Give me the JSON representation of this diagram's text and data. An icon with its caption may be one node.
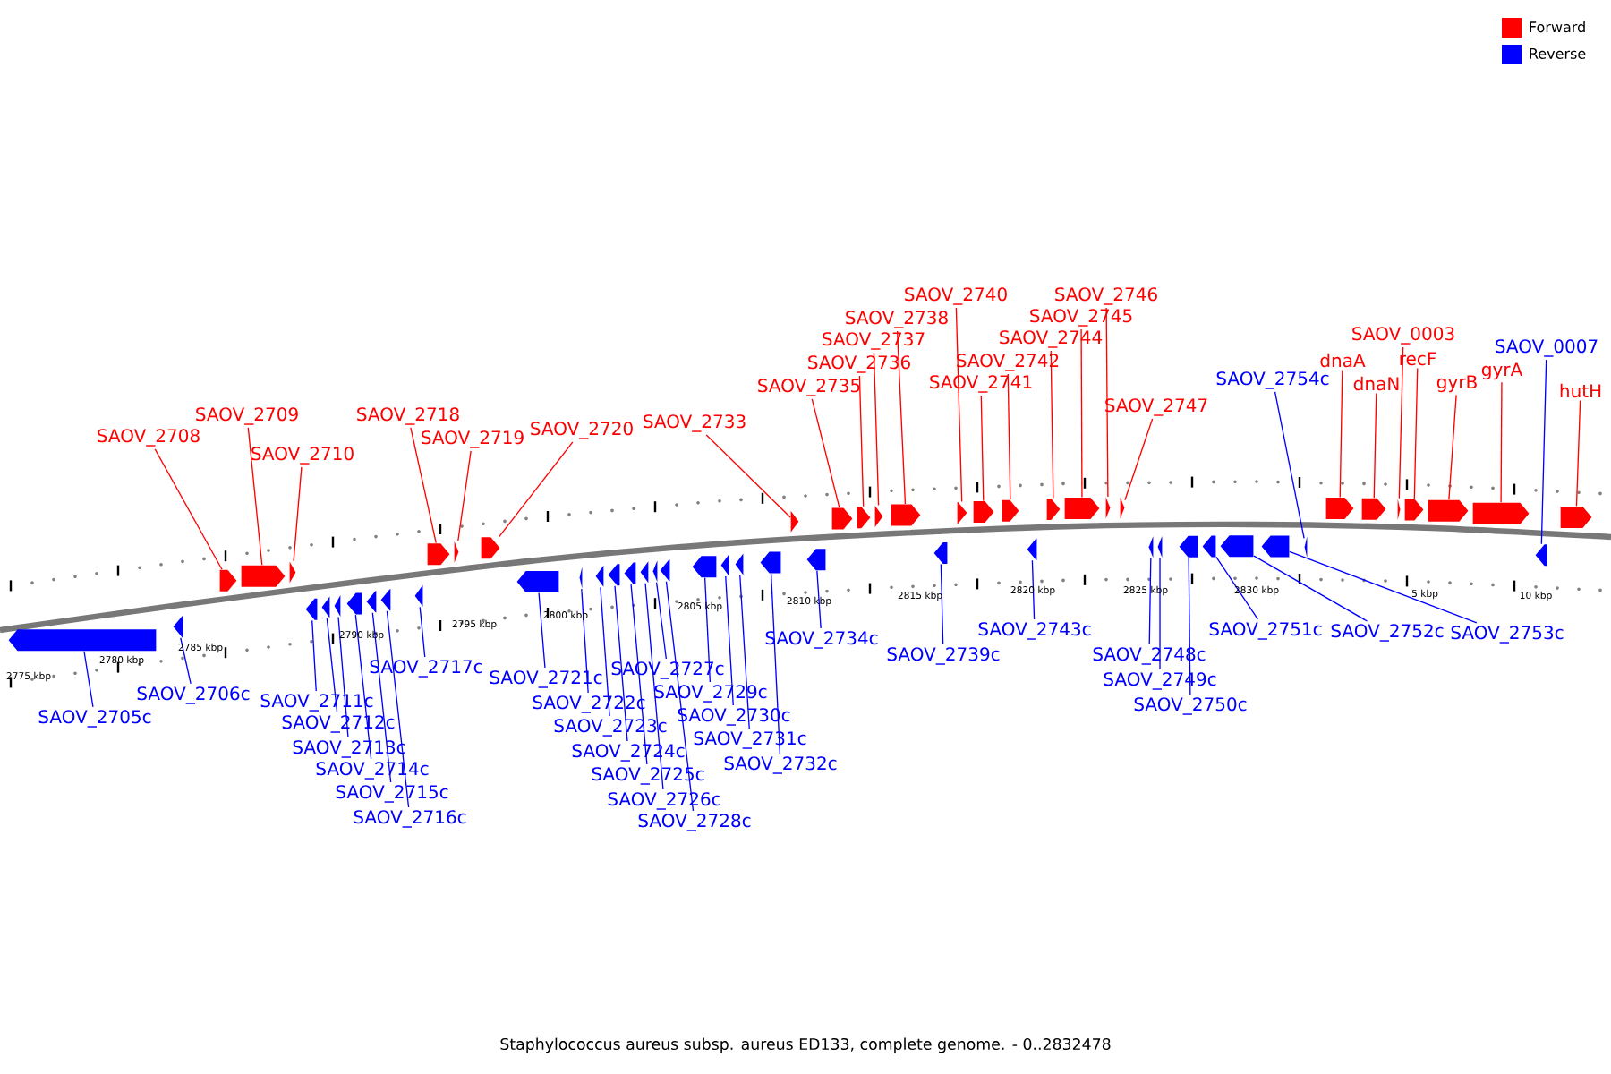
{
  "diagram": {
    "caption": "Staphylococcus aureus subsp. aureus ED133, complete genome. - 0..2832478",
    "nodes": [
      {
        "text": [
          "SAOV_2705c"
        ]
      },
      {
        "text": [],
        "shape": "arrow"
      },
      {
        "text": [
          "SAOV_2706c"
        ]
      },
      {
        "text": [],
        "shape": "arrow"
      },
      {
        "text": [
          "SAOV_2708"
        ]
      },
      {
        "text": [],
        "shape": "arrow"
      },
      {
        "text": [
          "SAOV_2709"
        ]
      },
      {
        "text": [],
        "shape": "arrow"
      },
      {
        "text": [
          "SAOV_2710"
        ]
      },
      {
        "text": [],
        "shape": "arrow"
      },
      {
        "text": [
          "SAOV_2711c"
        ]
      },
      {
        "text": [],
        "shape": "arrow"
      },
      {
        "text": [
          "SAOV_2712c"
        ]
      },
      {
        "text": [],
        "shape": "arrow"
      },
      {
        "text": [
          "SAOV_2713c"
        ]
      },
      {
        "text": [],
        "shape": "arrow"
      },
      {
        "text": [
          "SAOV_2714c"
        ]
      },
      {
        "text": [],
        "shape": "arrow"
      },
      {
        "text": [
          "SAOV_2715c"
        ]
      },
      {
        "text": [],
        "shape": "arrow"
      },
      {
        "text": [
          "SAOV_2716c"
        ]
      },
      {
        "text": [],
        "shape": "arrow"
      },
      {
        "text": [
          "SAOV_2717c"
        ]
      },
      {
        "text": [],
        "shape": "arrow"
      },
      {
        "text": [
          "SAOV_2718"
        ]
      },
      {
        "text": [],
        "shape": "arrow"
      },
      {
        "text": [
          "SAOV_2719"
        ]
      },
      {
        "text": [],
        "shape": "arrow"
      },
      {
        "text": [
          "SAOV_2720"
        ]
      },
      {
        "text": [],
        "shape": "arrow"
      },
      {
        "text": [
          "SAOV_2721c"
        ]
      },
      {
        "text": [],
        "shape": "arrow"
      },
      {
        "text": [
          "SAOV_2722c"
        ]
      },
      {
        "text": [],
        "shape": "arrow"
      },
      {
        "text": [
          "SAOV_2723c"
        ]
      },
      {
        "text": [],
        "shape": "arrow"
      },
      {
        "text": [
          "SAOV_2724c"
        ]
      },
      {
        "text": [],
        "shape": "arrow"
      },
      {
        "text": [
          "SAOV_2725c"
        ]
      },
      {
        "text": [],
        "shape": "arrow"
      },
      {
        "text": [
          "SAOV_2726c"
        ]
      },
      {
        "text": [],
        "shape": "arrow"
      },
      {
        "text": [
          "SAOV_2727c"
        ]
      },
      {
        "text": [],
        "shape": "arrow"
      },
      {
        "text": [
          "SAOV_2728c"
        ]
      },
      {
        "text": [],
        "shape": "arrow"
      },
      {
        "text": [
          "SAOV_2729c"
        ]
      },
      {
        "text": [],
        "shape": "arrow"
      },
      {
        "text": [
          "SAOV_2730c"
        ]
      },
      {
        "text": [],
        "shape": "arrow"
      },
      {
        "text": [
          "SAOV_2731c"
        ]
      },
      {
        "text": [],
        "shape": "arrow"
      },
      {
        "text": [
          "SAOV_2732c"
        ]
      },
      {
        "text": [],
        "shape": "arrow"
      },
      {
        "text": [
          "SAOV_2733"
        ]
      },
      {
        "text": [],
        "shape": "arrow"
      },
      {
        "text": [
          "SAOV_2734c"
        ]
      },
      {
        "text": [],
        "shape": "arrow"
      },
      {
        "text": [
          "SAOV_2735"
        ]
      },
      {
        "text": [],
        "shape": "arrow"
      },
      {
        "text": [
          "SAOV_2736"
        ]
      },
      {
        "text": [],
        "shape": "arrow"
      },
      {
        "text": [
          "SAOV_2737"
        ]
      },
      {
        "text": [],
        "shape": "arrow"
      },
      {
        "text": [
          "SAOV_2738"
        ]
      },
      {
        "text": [],
        "shape": "arrow"
      },
      {
        "text": [
          "SAOV_2739c"
        ]
      },
      {
        "text": [],
        "shape": "arrow"
      },
      {
        "text": [
          "SAOV_2740"
        ]
      },
      {
        "text": [],
        "shape": "arrow"
      },
      {
        "text": [
          "SAOV_2741"
        ]
      },
      {
        "text": [],
        "shape": "arrow"
      },
      {
        "text": [
          "SAOV_2742"
        ]
      },
      {
        "text": [],
        "shape": "arrow"
      },
      {
        "text": [
          "SAOV_2743c"
        ]
      },
      {
        "text": [],
        "shape": "arrow"
      },
      {
        "text": [
          "SAOV_2744"
        ]
      },
      {
        "text": [],
        "shape": "arrow"
      },
      {
        "text": [
          "SAOV_2745"
        ]
      },
      {
        "text": [],
        "shape": "arrow"
      },
      {
        "text": [
          "SAOV_2746"
        ]
      },
      {
        "text": [],
        "shape": "arrow"
      },
      {
        "text": [
          "SAOV_2747"
        ]
      },
      {
        "text": [],
        "shape": "arrow"
      },
      {
        "text": [
          "SAOV_2748c"
        ]
      },
      {
        "text": [],
        "shape": "arrow"
      },
      {
        "text": [
          "SAOV_2749c"
        ]
      },
      {
        "text": [],
        "shape": "arrow"
      },
      {
        "text": [
          "SAOV_2750c"
        ]
      },
      {
        "text": [],
        "shape": "arrow"
      },
      {
        "text": [
          "SAOV_2751c"
        ]
      },
      {
        "text": [],
        "shape": "arrow"
      },
      {
        "text": [
          "SAOV_2752c"
        ]
      },
      {
        "text": [],
        "shape": "arrow"
      },
      {
        "text": [
          "SAOV_2753c"
        ]
      },
      {
        "text": [],
        "shape": "arrow"
      },
      {
        "text": [
          "SAOV_2754c"
        ]
      },
      {
        "text": [],
        "shape": "arrow"
      },
      {
        "text": [
          "dnaA"
        ]
      },
      {
        "text": [],
        "shape": "arrow"
      },
      {
        "text": [
          "dnaN"
        ]
      },
      {
        "text": [],
        "shape": "arrow"
      },
      {
        "text": [
          "SAOV_0003"
        ]
      },
      {
        "text": [],
        "shape": "arrow"
      },
      {
        "text": [
          "recF"
        ]
      },
      {
        "text": [],
        "shape": "arrow"
      },
      {
        "text": [
          "gyrB"
        ]
      },
      {
        "text": [],
        "shape": "arrow"
      },
      {
        "text": [
          "gyrA"
        ]
      },
      {
        "text": [],
        "shape": "arrow"
      },
      {
        "text": [
          "SAOV_0007"
        ]
      },
      {
        "text": [],
        "shape": "arrow"
      },
      {
        "text": [
          "hutH"
        ]
      },
      {
        "text": [],
        "shape": "arrow"
      }
    ],
    "edges": [
      {
        "from": 0,
        "to": 1,
        "arrow": "none"
      },
      {
        "from": 2,
        "to": 3,
        "arrow": "none"
      },
      {
        "from": 4,
        "to": 5,
        "arrow": "none",
        "color": "#ff0000"
      },
      {
        "from": 6,
        "to": 7,
        "arrow": "none",
        "color": "#ff0000"
      },
      {
        "from": 8,
        "to": 9,
        "arrow": "none",
        "color": "#ff0000"
      },
      {
        "from": 10,
        "to": 11,
        "arrow": "none"
      },
      {
        "from": 12,
        "to": 13,
        "arrow": "none"
      },
      {
        "from": 14,
        "to": 15,
        "arrow": "none"
      },
      {
        "from": 16,
        "to": 17,
        "arrow": "none"
      },
      {
        "from": 18,
        "to": 19,
        "arrow": "none"
      },
      {
        "from": 20,
        "to": 21,
        "arrow": "none"
      },
      {
        "from": 22,
        "to": 23,
        "arrow": "none"
      },
      {
        "from": 24,
        "to": 25,
        "arrow": "none",
        "color": "#ff0000"
      },
      {
        "from": 26,
        "to": 27,
        "arrow": "none",
        "color": "#ff0000"
      },
      {
        "from": 28,
        "to": 29,
        "arrow": "none",
        "color": "#ff0000"
      },
      {
        "from": 30,
        "to": 31,
        "arrow": "none"
      },
      {
        "from": 32,
        "to": 33,
        "arrow": "none"
      },
      {
        "from": 34,
        "to": 35,
        "arrow": "none"
      },
      {
        "from": 36,
        "to": 37,
        "arrow": "none"
      },
      {
        "from": 38,
        "to": 39,
        "arrow": "none"
      },
      {
        "from": 40,
        "to": 41,
        "arrow": "none"
      },
      {
        "from": 42,
        "to": 43,
        "arrow": "none"
      },
      {
        "from": 44,
        "to": 45,
        "arrow": "none"
      },
      {
        "from": 46,
        "to": 47,
        "arrow": "none"
      },
      {
        "from": 48,
        "to": 49,
        "arrow": "none"
      },
      {
        "from": 50,
        "to": 51,
        "arrow": "none"
      },
      {
        "from": 52,
        "to": 53,
        "arrow": "none"
      },
      {
        "from": 54,
        "to": 55,
        "arrow": "none",
        "color": "#ff0000"
      },
      {
        "from": 56,
        "to": 57,
        "arrow": "none"
      },
      {
        "from": 58,
        "to": 59,
        "arrow": "none",
        "color": "#ff0000"
      },
      {
        "from": 60,
        "to": 61,
        "arrow": "none",
        "color": "#ff0000"
      },
      {
        "from": 62,
        "to": 63,
        "arrow": "none",
        "color": "#ff0000"
      },
      {
        "from": 64,
        "to": 65,
        "arrow": "none",
        "color": "#ff0000"
      },
      {
        "from": 66,
        "to": 67,
        "arrow": "none"
      },
      {
        "from": 68,
        "to": 69,
        "arrow": "none",
        "color": "#ff0000"
      },
      {
        "from": 70,
        "to": 71,
        "arrow": "none",
        "color": "#ff0000"
      },
      {
        "from": 72,
        "to": 73,
        "arrow": "none",
        "color": "#ff0000"
      },
      {
        "from": 74,
        "to": 75,
        "arrow": "none"
      },
      {
        "from": 76,
        "to": 77,
        "arrow": "none",
        "color": "#ff0000"
      },
      {
        "from": 78,
        "to": 79,
        "arrow": "none",
        "color": "#ff0000"
      },
      {
        "from": 80,
        "to": 81,
        "arrow": "none",
        "color": "#ff0000"
      },
      {
        "from": 82,
        "to": 83,
        "arrow": "none",
        "color": "#ff0000"
      },
      {
        "from": 84,
        "to": 85,
        "arrow": "none"
      },
      {
        "from": 86,
        "to": 87,
        "arrow": "none"
      },
      {
        "from": 88,
        "to": 89,
        "arrow": "none"
      },
      {
        "from": 90,
        "to": 91,
        "arrow": "none"
      },
      {
        "from": 92,
        "to": 93,
        "arrow": "none"
      },
      {
        "from": 94,
        "to": 95,
        "arrow": "none"
      },
      {
        "from": 96,
        "to": 97,
        "arrow": "none"
      },
      {
        "from": 98,
        "to": 99,
        "arrow": "none",
        "color": "#ff0000"
      },
      {
        "from": 100,
        "to": 101,
        "arrow": "none",
        "color": "#ff0000"
      },
      {
        "from": 102,
        "to": 103,
        "arrow": "none",
        "color": "#ff0000"
      },
      {
        "from": 104,
        "to": 105,
        "arrow": "none",
        "color": "#ff0000"
      },
      {
        "from": 106,
        "to": 107,
        "arrow": "none",
        "color": "#ff0000"
      },
      {
        "from": 108,
        "to": 109,
        "arrow": "none",
        "color": "#ff0000"
      },
      {
        "from": 110,
        "to": 111,
        "arrow": "none"
      },
      {
        "from": 112,
        "to": 113,
        "arrow": "none",
        "color": "#ff0000"
      }
    ],
    "labels": [
      "2775 kbp",
      "2780 kbp",
      "2785 kbp",
      "2790 kbp",
      "2795 kbp",
      "2800 kbp",
      "2805 kbp",
      "2810 kbp",
      "2815 kbp",
      "2820 kbp",
      "2825 kbp",
      "2830 kbp",
      "5 kbp",
      "10 kbp"
    ],
    "legend": [
      {
        "text": "Forward",
        "color": "#ff0000"
      },
      {
        "text": "Reverse",
        "color": "#0000ff"
      }
    ]
  }
}
